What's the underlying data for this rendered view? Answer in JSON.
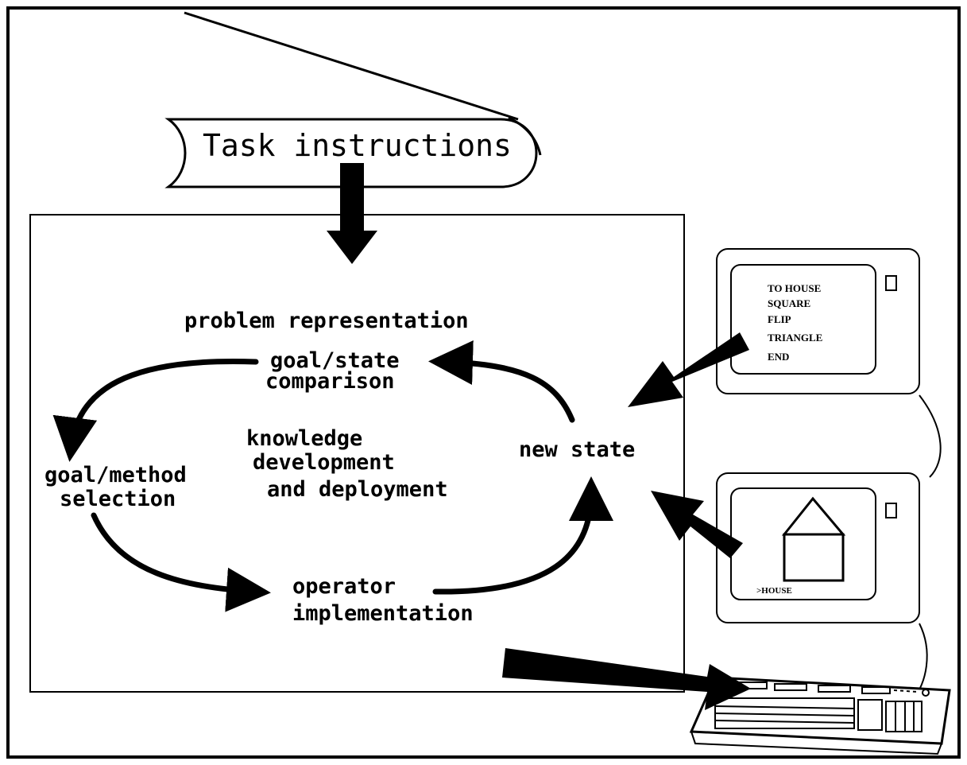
{
  "diagram": {
    "task_instructions": "Task instructions",
    "problem_representation": "problem representation",
    "goal_state_comparison": [
      "goal/state",
      "comparison"
    ],
    "knowledge": [
      "knowledge",
      "development",
      "and deployment"
    ],
    "new_state": "new state",
    "goal_method_selection": [
      "goal/method",
      "selection"
    ],
    "operator_implementation": [
      "operator",
      "implementation"
    ]
  },
  "monitor_top": {
    "lines": [
      "TO HOUSE",
      "SQUARE",
      "FLIP",
      "TRIANGLE",
      "END"
    ]
  },
  "monitor_bottom": {
    "prompt": ">HOUSE"
  },
  "colors": {
    "ink": "#000000",
    "paper": "#ffffff"
  }
}
